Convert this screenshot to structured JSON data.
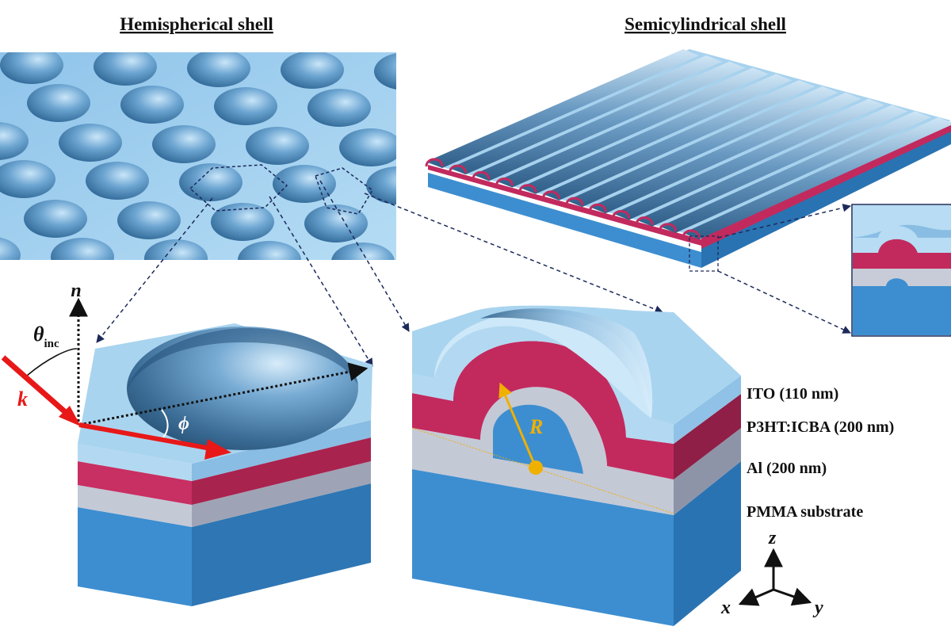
{
  "titles": {
    "left": "Hemispherical shell",
    "right": "Semicylindrical shell"
  },
  "layers": [
    {
      "label": "ITO (110 nm)",
      "color": "#a9d4ef"
    },
    {
      "label": "P3HT:ICBA (200 nm)",
      "color": "#c22a5e"
    },
    {
      "label": "Al (200 nm)",
      "color": "#b3b9c8"
    },
    {
      "label": "PMMA substrate",
      "color": "#3d8ed0"
    }
  ],
  "symbols": {
    "normal": "n",
    "theta": "θ",
    "theta_sub": "inc",
    "wavevector": "k",
    "azimuth": "ϕ",
    "radius": "R"
  },
  "axes": {
    "x": "x",
    "y": "y",
    "z": "z"
  },
  "colors": {
    "beam": "#e81818",
    "radius_marker": "#f0b000",
    "dashed_link": "#1c2a5a"
  }
}
